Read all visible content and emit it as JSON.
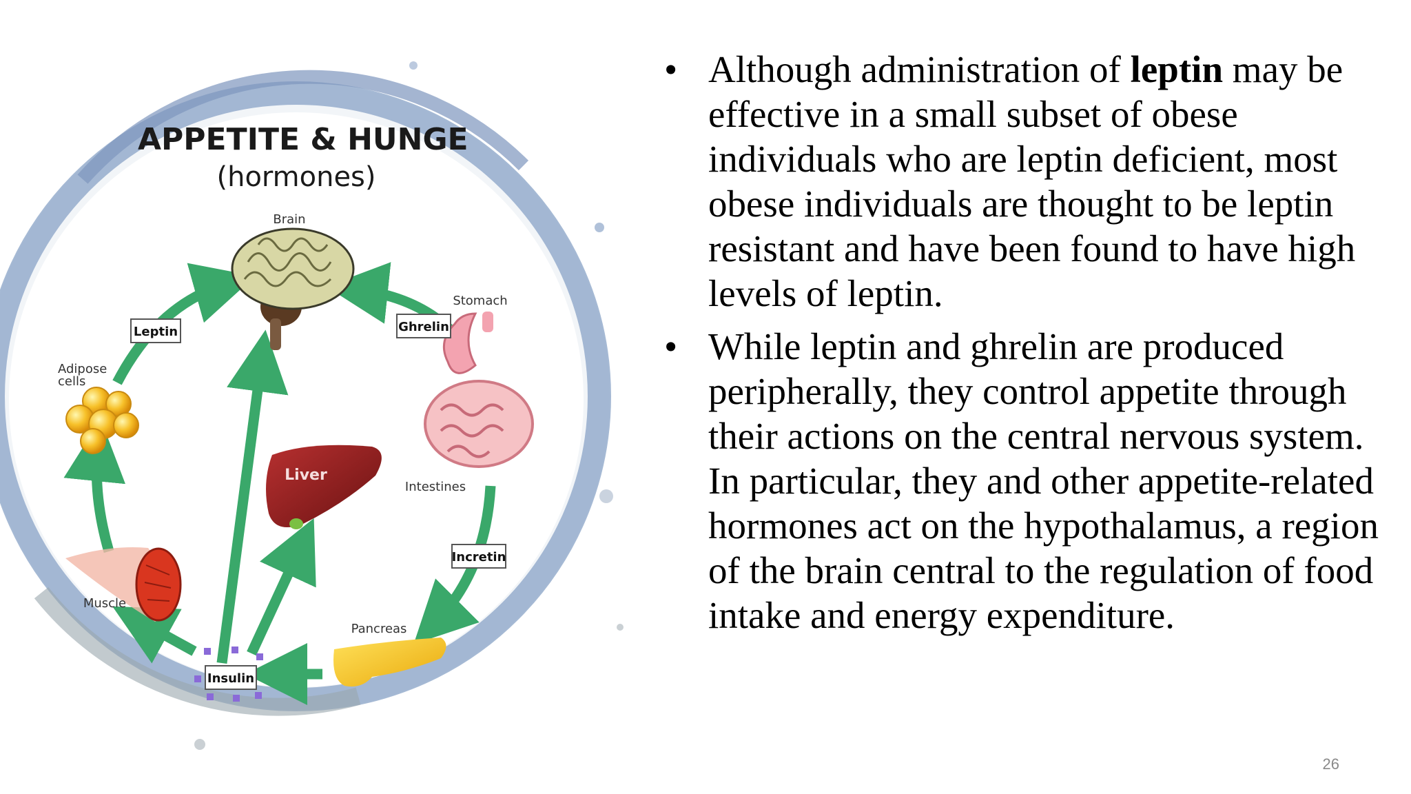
{
  "figure": {
    "title": "APPETITE & HUNGE",
    "subtitle": "(hormones)",
    "labels": {
      "brain": "Brain",
      "stomach": "Stomach",
      "intestines": "Intestines",
      "liver": "Liver",
      "adipose_line1": "Adipose",
      "adipose_line2": "cells",
      "muscle": "Muscle",
      "pancreas": "Pancreas"
    },
    "hormones": {
      "leptin": "Leptin",
      "ghrelin": "Ghrelin",
      "incretin": "Incretin",
      "insulin": "Insulin"
    },
    "colors": {
      "arrow": "#3aa86a",
      "ring": "#8fa7c9",
      "liver": "#8b1f1f",
      "pancreas": "#f5c518",
      "fat": "#f7c12a",
      "muscle": "#d9361f"
    }
  },
  "bullets": [
    {
      "pre": "Although administration of ",
      "bold": "leptin",
      "post": " may be effective in a small subset of obese individuals who are leptin deficient, most obese individuals are thought to be leptin resistant and have been found to have high levels of leptin."
    },
    {
      "text": "While leptin and ghrelin are produced peripherally, they control appetite through their actions on the central nervous system. In particular, they and other appetite-related hormones act on the hypothalamus, a region of the brain central to the regulation of food intake and energy expenditure."
    }
  ],
  "bullet_glyph": "•",
  "page_number": "26"
}
